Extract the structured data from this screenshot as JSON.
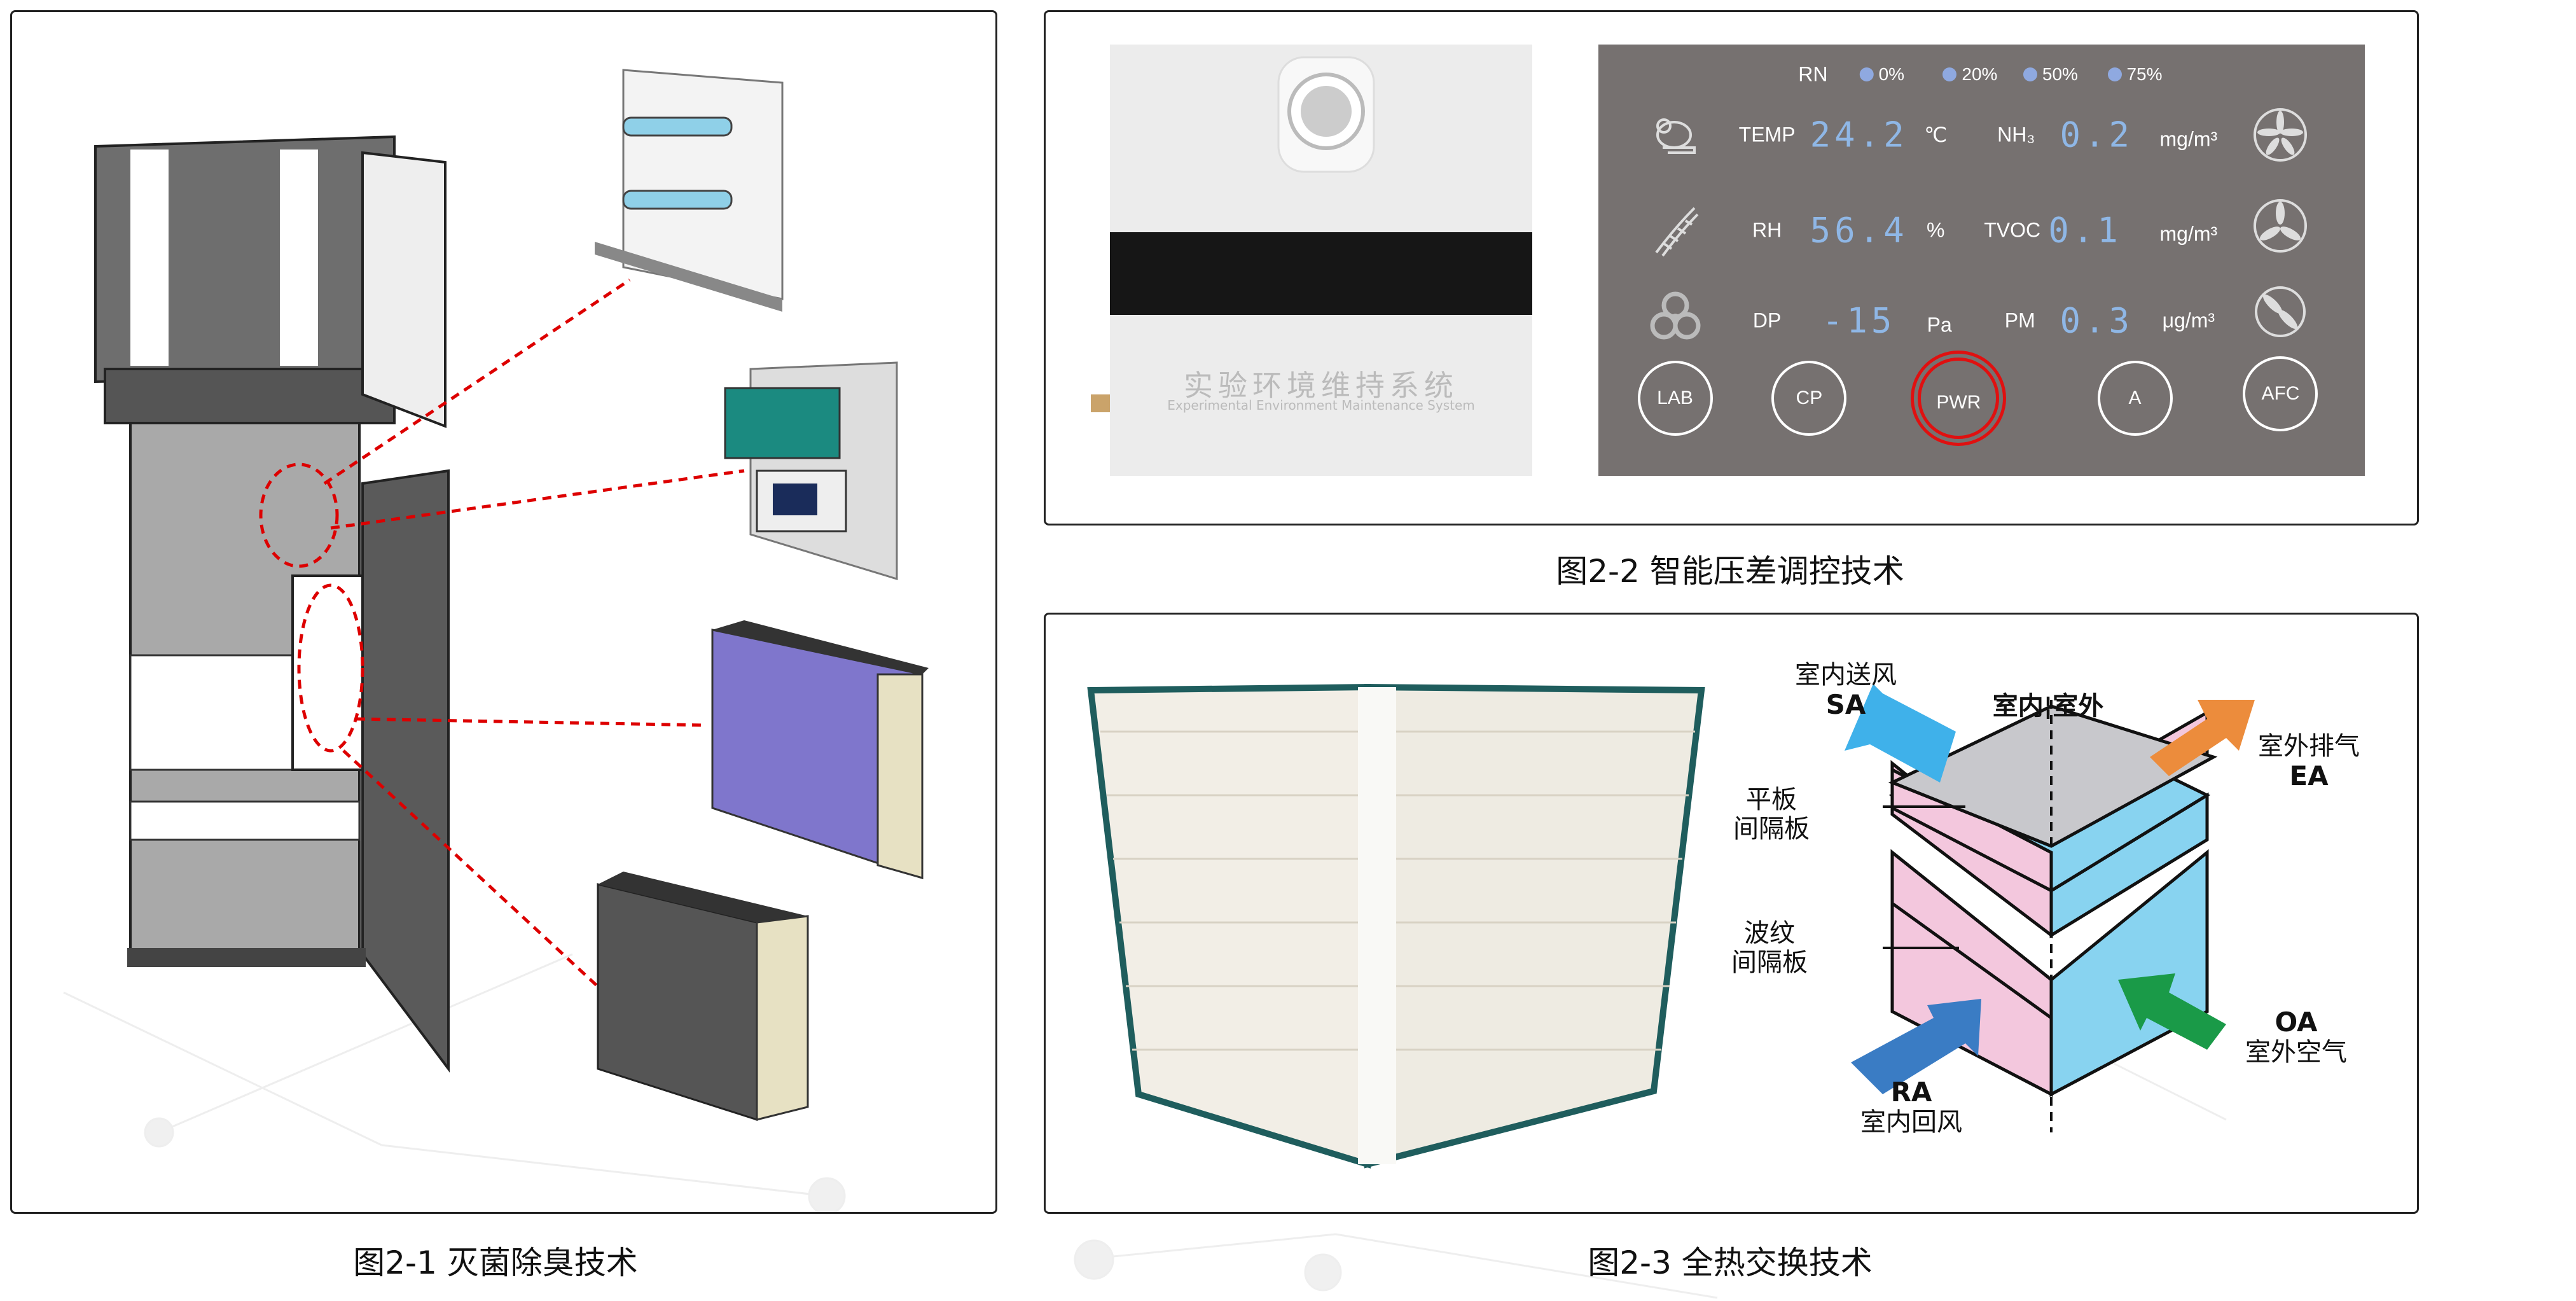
{
  "figures": [
    {
      "caption": "图2-1 灭菌除臭技术"
    },
    {
      "caption": "图2-2 智能压差调控技术"
    },
    {
      "caption": "图2-3 全热交换技术"
    }
  ],
  "device": {
    "brand_cn": "实验环境维持系统",
    "brand_en": "Experimental Environment Maintenance System"
  },
  "control_panel": {
    "rn": {
      "label": "RN",
      "levels": [
        "0%",
        "20%",
        "50%",
        "75%"
      ]
    },
    "rows": [
      {
        "icon": "mouse-icon",
        "label1": "TEMP",
        "value1": "24.2",
        "unit1": "℃",
        "label2": "NH₃",
        "value2": "0.2",
        "unit2": "mg/m³",
        "fan": "fan-5-blade-icon"
      },
      {
        "icon": "dna-icon",
        "label1": "RH",
        "value1": "56.4",
        "unit1": "%",
        "label2": "TVOC",
        "value2": "0.1",
        "unit2": "mg/m³",
        "fan": "fan-3-blade-icon"
      },
      {
        "icon": "biohazard-icon",
        "label1": "DP",
        "value1": "-15",
        "unit1": "Pa",
        "label2": "PM",
        "value2": "0.3",
        "unit2": "μg/m³",
        "fan": "fan-2-blade-icon"
      }
    ],
    "buttons": [
      "LAB",
      "CP",
      "PWR",
      "A",
      "AFC"
    ],
    "accent_color": "#e01010",
    "value_color": "#8fb7e6"
  },
  "heat_exchange": {
    "sa_cn": "室内送风",
    "sa": "SA",
    "divider": "室内",
    "divider2": "室外",
    "ea_cn": "室外排气",
    "ea": "EA",
    "flat_1": "平板",
    "flat_2": "间隔板",
    "wave_1": "波纹",
    "wave_2": "间隔板",
    "oa": "OA",
    "oa_cn": "室外空气",
    "ra": "RA",
    "ra_cn": "室内回风"
  }
}
